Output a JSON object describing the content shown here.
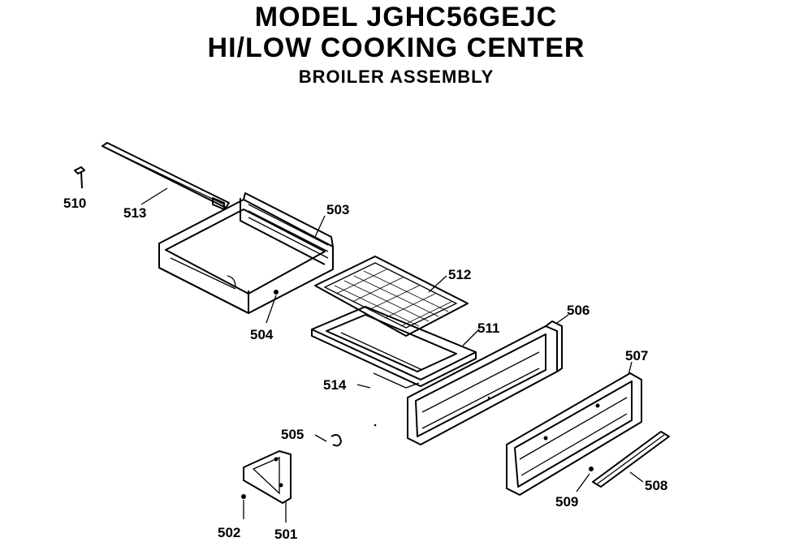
{
  "title": {
    "line1": "MODEL JGHC56GEJC",
    "line2": "HI/LOW COOKING CENTER",
    "line3": "BROILER ASSEMBLY"
  },
  "labels": {
    "p501": "501",
    "p502": "502",
    "p503": "503",
    "p504": "504",
    "p505": "505",
    "p506": "506",
    "p507": "507",
    "p508": "508",
    "p509": "509",
    "p510": "510",
    "p511": "511",
    "p512": "512",
    "p513": "513",
    "p514": "514"
  }
}
